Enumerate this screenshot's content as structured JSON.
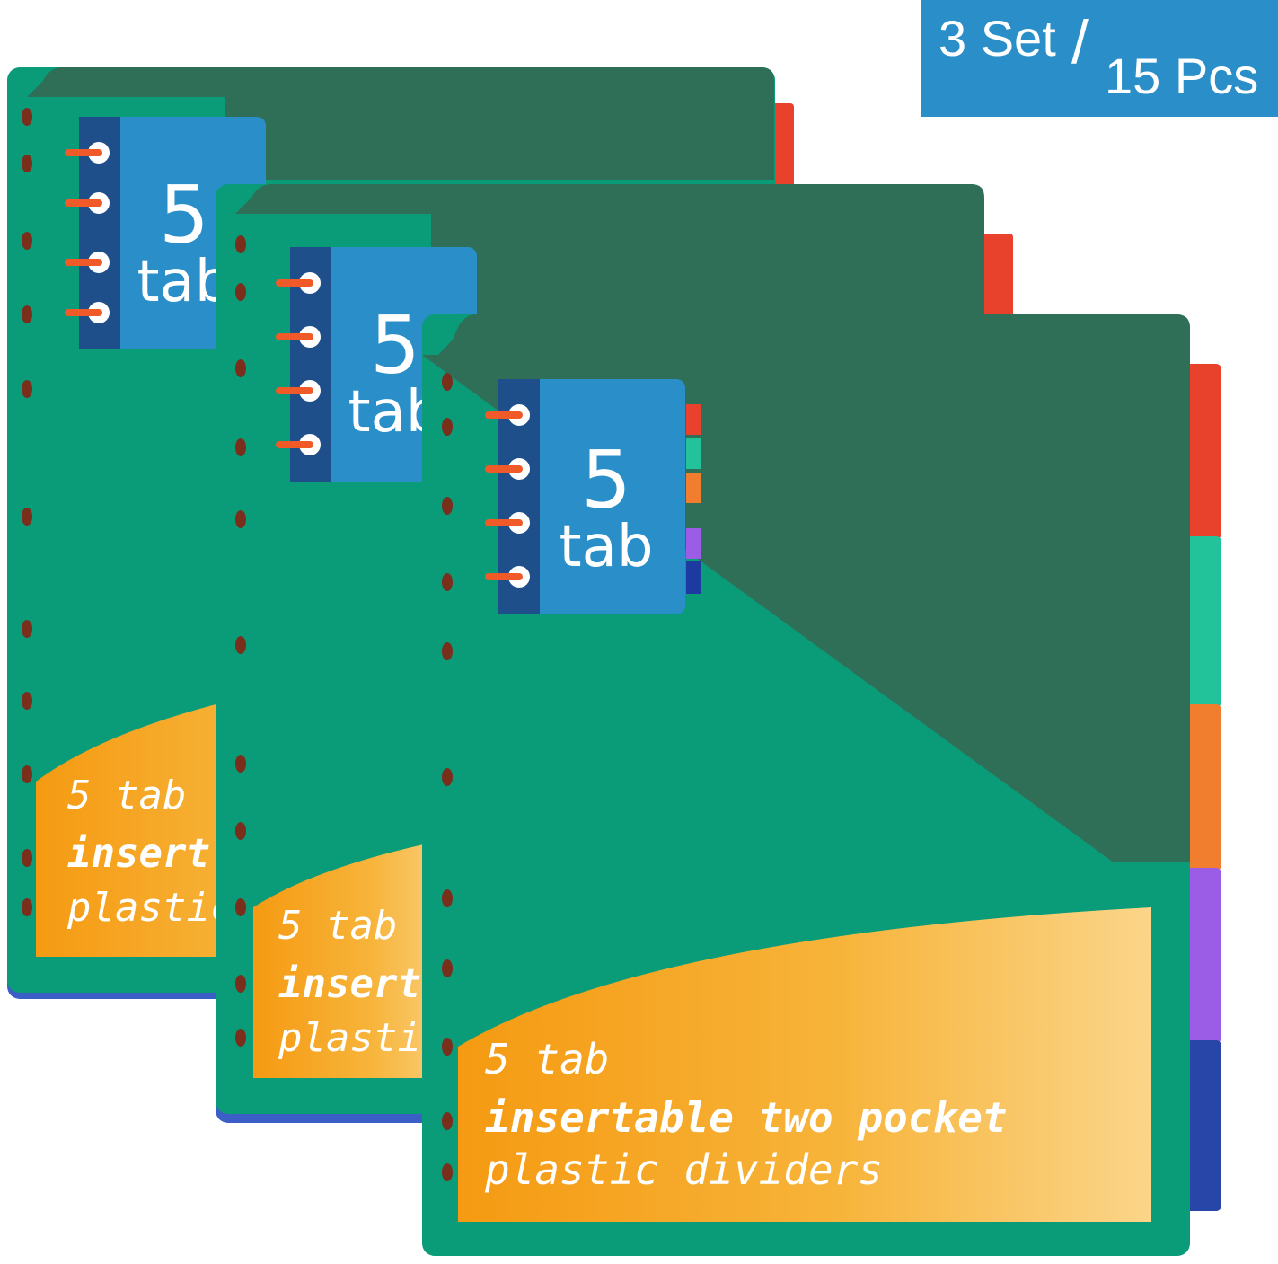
{
  "badge": {
    "count": "3 Set",
    "slash": "/",
    "pieces": "15 Pcs"
  },
  "product": {
    "cover_label_number": "5",
    "cover_label_word": "tab",
    "pocket_line1": "5 tab",
    "pocket_line2": "insertable two pocket",
    "pocket_line3": "plastic dividers",
    "back_pocket_line2": "insert",
    "back_pocket_line3": "plastic"
  },
  "tab_colors": [
    "#e8412c",
    "#22c39a",
    "#f07e2e",
    "#9b5de5",
    "#2845a8"
  ],
  "colors": {
    "cover_green": "#0a9b78",
    "cover_dark": "#2f6f57",
    "label_blue": "#2a8fc9",
    "label_spine": "#1f4f8a",
    "pocket_orange": "#f5a520",
    "ring_orange": "#f05a28"
  }
}
